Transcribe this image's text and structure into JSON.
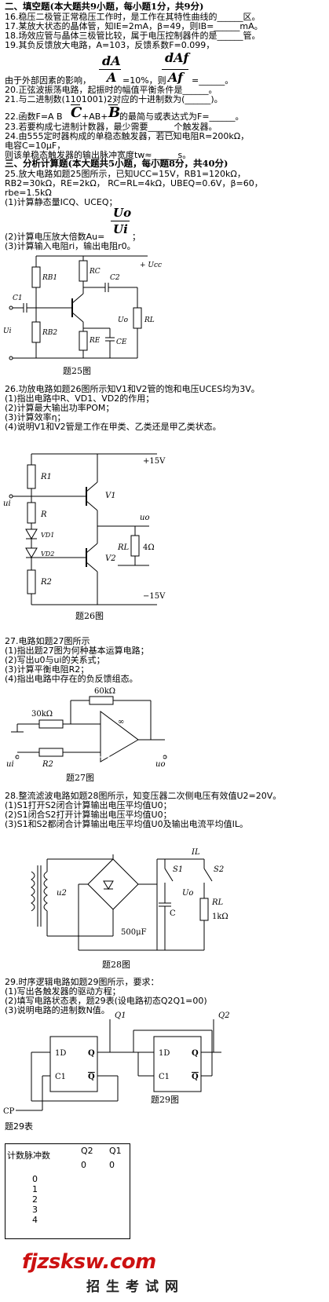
{
  "section2": {
    "heading": "二、填空题(本大题共9小题，每小题1分，共9分)",
    "q16": "16.稳压二极管正常稳压工作时，是工作在其特性曲线的______区。",
    "q17": "17.某放大状态的晶体管，知IE=2mA，β=49，则IB=______mA。",
    "q18": "18.场效应管与晶体三极管比较，属于电压控制器件的是______管。",
    "q19": "19.其负反馈放大电路，A=103，反馈系数F=0.099，",
    "q19_frac1": {
      "num": "dA",
      "den": "A"
    },
    "q19_frac2": {
      "num": "dAf",
      "den": "Af"
    },
    "q19_b1": "由于外部因素的影响，",
    "q19_b2": "=10%，则",
    "q19_b3": "=______。",
    "q20": "20.正弦波振荡电路，起振时的幅值平衡条件是______。",
    "q21": "21.与二进制数(1101001)2对应的十进制数为(______)。",
    "q22a": "22.函数F=A B",
    "q22b": "+AB+",
    "q22c": "的最简与或表达式为F=______。",
    "q22_C": "C",
    "q22_B": "B",
    "q23": "23.若要构成七进制计数器，最少需要______个触发器。",
    "q24": "24.由555定时器构成的单稳态触发器，若已知电阻R=200kΩ，",
    "q24b": "电容C=10μF，",
    "q24c": "则该单稳态触发器的输出脉冲宽度tw≈______s。"
  },
  "section3": {
    "heading": "三、分析计算题(本大题共5小题，每小题8分，共40分)",
    "q25a": "25.放大电路如题25图所示，已知UCC=15V，RB1=120kΩ，",
    "q25b": "RB2=30kΩ，RE=2kΩ，  RC=RL=4kΩ，UBEQ=0.6V，β=60，",
    "q25c": "rbe=1.5kΩ",
    "q25d": "(1)计算静态量ICQ、UCEQ；",
    "q25_frac": {
      "num": "Uo",
      "den": "Ui"
    },
    "q25e": "(2)计算电压放大倍数Au=",
    "q25f": "；",
    "q25g": "(3)计算输入电阻ri，输出电阻r0。",
    "fig25": {
      "caption": "题25图",
      "RB1": "RB1",
      "RB2": "RB2",
      "RC": "RC",
      "RE": "RE",
      "RL": "RL",
      "C1": "C1",
      "C2": "C2",
      "CE": "CE",
      "Ucc": "+ Ucc",
      "Ui": "Ui",
      "Uo": "Uo"
    },
    "q26a": "26.功放电路如题26图所示知V1和V2管的饱和电压UCES均为3V。",
    "q26b": "(1)指出电路中R、VD1、VD2的作用；",
    "q26c": "(2)计算最大输出功率POM；",
    "q26d": "(3)计算效率η；",
    "q26e": "(4)说明V1和V2管是工作在甲类、乙类还是甲乙类状态。",
    "fig26": {
      "caption": "题26图",
      "vplus": "+15V",
      "vminus": "−15V",
      "R1": "R1",
      "R": "R",
      "R2": "R2",
      "VD1": "VD1",
      "VD2": "VD2",
      "V1": "V1",
      "V2": "V2",
      "ui": "ui",
      "uo": "uo",
      "RL": "RL",
      "rl_val": "4Ω"
    },
    "q27a": "27.电路如题27图所示",
    "q27b": "(1)指出题27图为何种基本运算电路；",
    "q27c": "(2)写出u0与ui的关系式；",
    "q27d": "(3)计算平衡电阻R2；",
    "q27e": "(4)指出电路中存在的负反馈组态。",
    "fig27": {
      "caption": "题27图",
      "rf": "60kΩ",
      "r1": "30kΩ",
      "R2": "R2",
      "ui": "ui",
      "uo": "uo",
      "inf": "∞"
    },
    "q28a": "28.整流滤波电路如题28图所示，知变压器二次侧电压有效值U2=20V。",
    "q28b": "(1)S1打开S2闭合计算输出电压平均值U0；",
    "q28c": "(2)S1闭合S2打开计算输出电压平均值U0；",
    "q28d": "(3)S1和S2都闭合计算输出电压平均值U0及输出电流平均值IL。",
    "fig28": {
      "caption": "题28图",
      "u2": "u2",
      "S1": "S1",
      "S2": "S2",
      "C": "C",
      "cap": "500μF",
      "Uo": "Uo",
      "RL": "RL",
      "rl_val": "1kΩ",
      "IL": "IL"
    },
    "q29a": "29.时序逻辑电路如题29图所示，要求：",
    "q29b": "(1)写出各触发器的驱动方程；",
    "q29c": "(2)填写电路状态表，题29表(设电路初态Q2Q1=00)",
    "q29d": "(3)说明电路的进制数N值。",
    "fig29": {
      "caption": "题29图",
      "Q1": "Q1",
      "Q2": "Q2",
      "D": "1D",
      "C1": "C1",
      "Q": "Q",
      "CP": "CP"
    },
    "table29": {
      "title": "题29表",
      "headers": [
        "计数脉冲数",
        "Q2",
        "Q1"
      ],
      "pulses": [
        "0",
        "1",
        "2",
        "3",
        "4"
      ],
      "row0": [
        "0",
        "0"
      ]
    }
  },
  "watermark": {
    "logo": "fjzsksw.com",
    "text": "招生考试网",
    "color": "#cc1111"
  }
}
